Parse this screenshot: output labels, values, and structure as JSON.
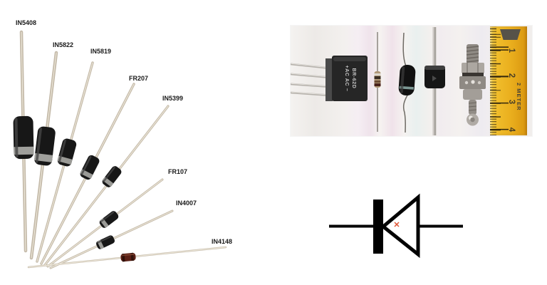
{
  "figure": {
    "fan": {
      "labels": [
        "IN5408",
        "IN5822",
        "IN5819",
        "FR207",
        "IN5399",
        "FR107",
        "IN4007",
        "IN4148"
      ]
    },
    "photo": {
      "bridge": {
        "line1": "BR-62D",
        "line2": "+AC AC −"
      },
      "ruler": {
        "numbers": [
          "1",
          "2",
          "3",
          "4"
        ],
        "unit_label": "2 METER"
      }
    },
    "colors": {
      "ruler_yellow": "#eeb525",
      "diode_body_black": "#181818",
      "lead_metal_tan": "#c3b9a8",
      "glass_diode_maroon": "#5a2016",
      "symbol_marker_red": "#e05535"
    }
  }
}
